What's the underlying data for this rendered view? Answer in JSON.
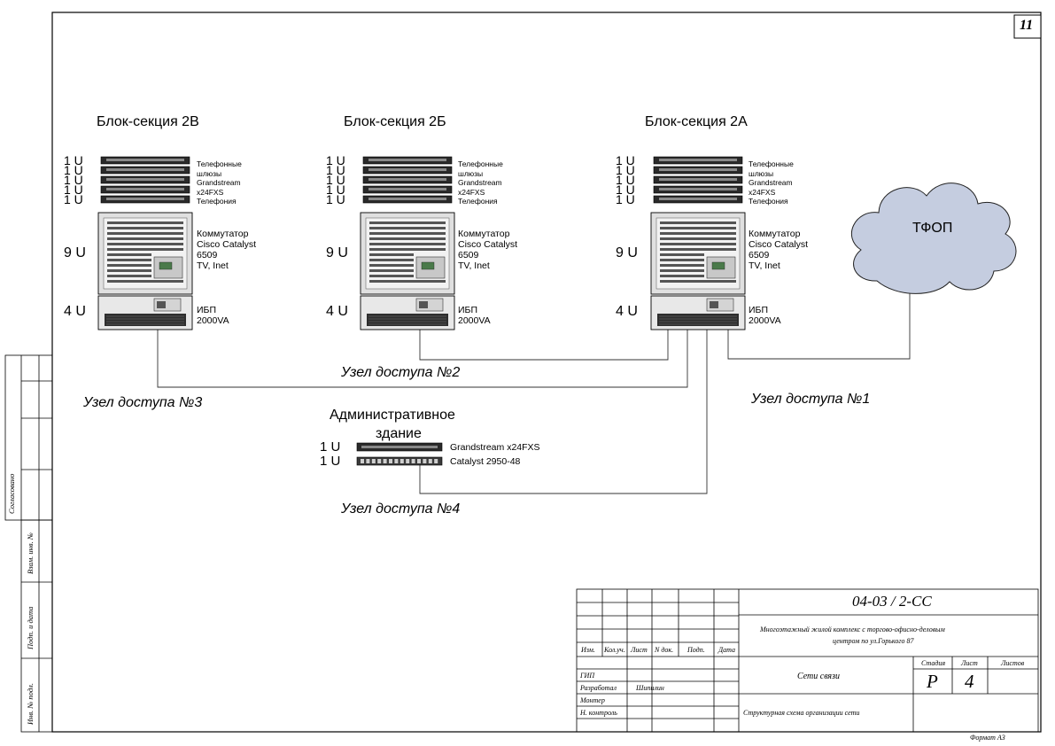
{
  "sheet_number": "11",
  "sections": {
    "s2v": {
      "title": "Блок-секция 2В",
      "gateway_label": [
        "Телефонные",
        "шлюзы",
        "Grandstream",
        "x24FXS",
        "Телефония"
      ],
      "units_1u": [
        "1",
        "1",
        "1",
        "1",
        "1"
      ],
      "switch_units": "9 U",
      "switch_label": [
        "Коммутатор",
        "Cisco Catalyst",
        "6509",
        "TV, Inet"
      ],
      "ups_units": "4 U",
      "ups_label": [
        "ИБП",
        "2000VA"
      ]
    },
    "s2b": {
      "title": "Блок-секция 2Б",
      "gateway_label": [
        "Телефонные",
        "шлюзы",
        "Grandstream",
        "x24FXS",
        "Телефония"
      ],
      "units_1u": [
        "1",
        "1",
        "1",
        "1",
        "1"
      ],
      "switch_units": "9 U",
      "switch_label": [
        "Коммутатор",
        "Cisco Catalyst",
        "6509",
        "TV, Inet"
      ],
      "ups_units": "4 U",
      "ups_label": [
        "ИБП",
        "2000VA"
      ]
    },
    "s2a": {
      "title": "Блок-секция 2А",
      "gateway_label": [
        "Телефонные",
        "шлюзы",
        "Grandstream",
        "x24FXS",
        "Телефония"
      ],
      "units_1u": [
        "1",
        "1",
        "1",
        "1",
        "1"
      ],
      "switch_units": "9 U",
      "switch_label": [
        "Коммутатор",
        "Cisco Catalyst",
        "6509",
        "TV, Inet"
      ],
      "ups_units": "4 U",
      "ups_label": [
        "ИБП",
        "2000VA"
      ]
    }
  },
  "cloud": {
    "label": "ТФОП"
  },
  "admin": {
    "title_line1": "Административное",
    "title_line2": "здание",
    "row1_units": "1 U",
    "row1_label": "Grandstream x24FXS",
    "row2_units": "1 U",
    "row2_label": "Catalyst 2950-48"
  },
  "nodes": {
    "n1": "Узел доступа №1",
    "n2": "Узел доступа №2",
    "n3": "Узел доступа №3",
    "n4": "Узел доступа №4"
  },
  "title_block": {
    "doc_code": "04-03 / 2-СС",
    "project_line1": "Многоэтажный жилой комплекс с торгово-офисно-деловым",
    "project_line2": "центром по ул.Горького 87",
    "headers": [
      "Изм.",
      "Кол.уч.",
      "Лист",
      "N док.",
      "Подп.",
      "Дата"
    ],
    "roles": [
      "ГИП",
      "Разработал",
      "Монтер",
      "Н. контроль"
    ],
    "developer_name": "Шипилин",
    "sheet_title": "Сети связи",
    "drawing_title": "Структурная схема организации сети",
    "col_stage": "Стадия",
    "col_sheet": "Лист",
    "col_sheets": "Листов",
    "stage_value": "Р",
    "sheet_value": "4",
    "format": "Формат А3"
  },
  "side_stamp": {
    "agreed": "Согласовано",
    "inv_replace": "Взам. инв. №",
    "sign_date": "Подп. и дата",
    "inv_orig": "Инв. № подл."
  }
}
